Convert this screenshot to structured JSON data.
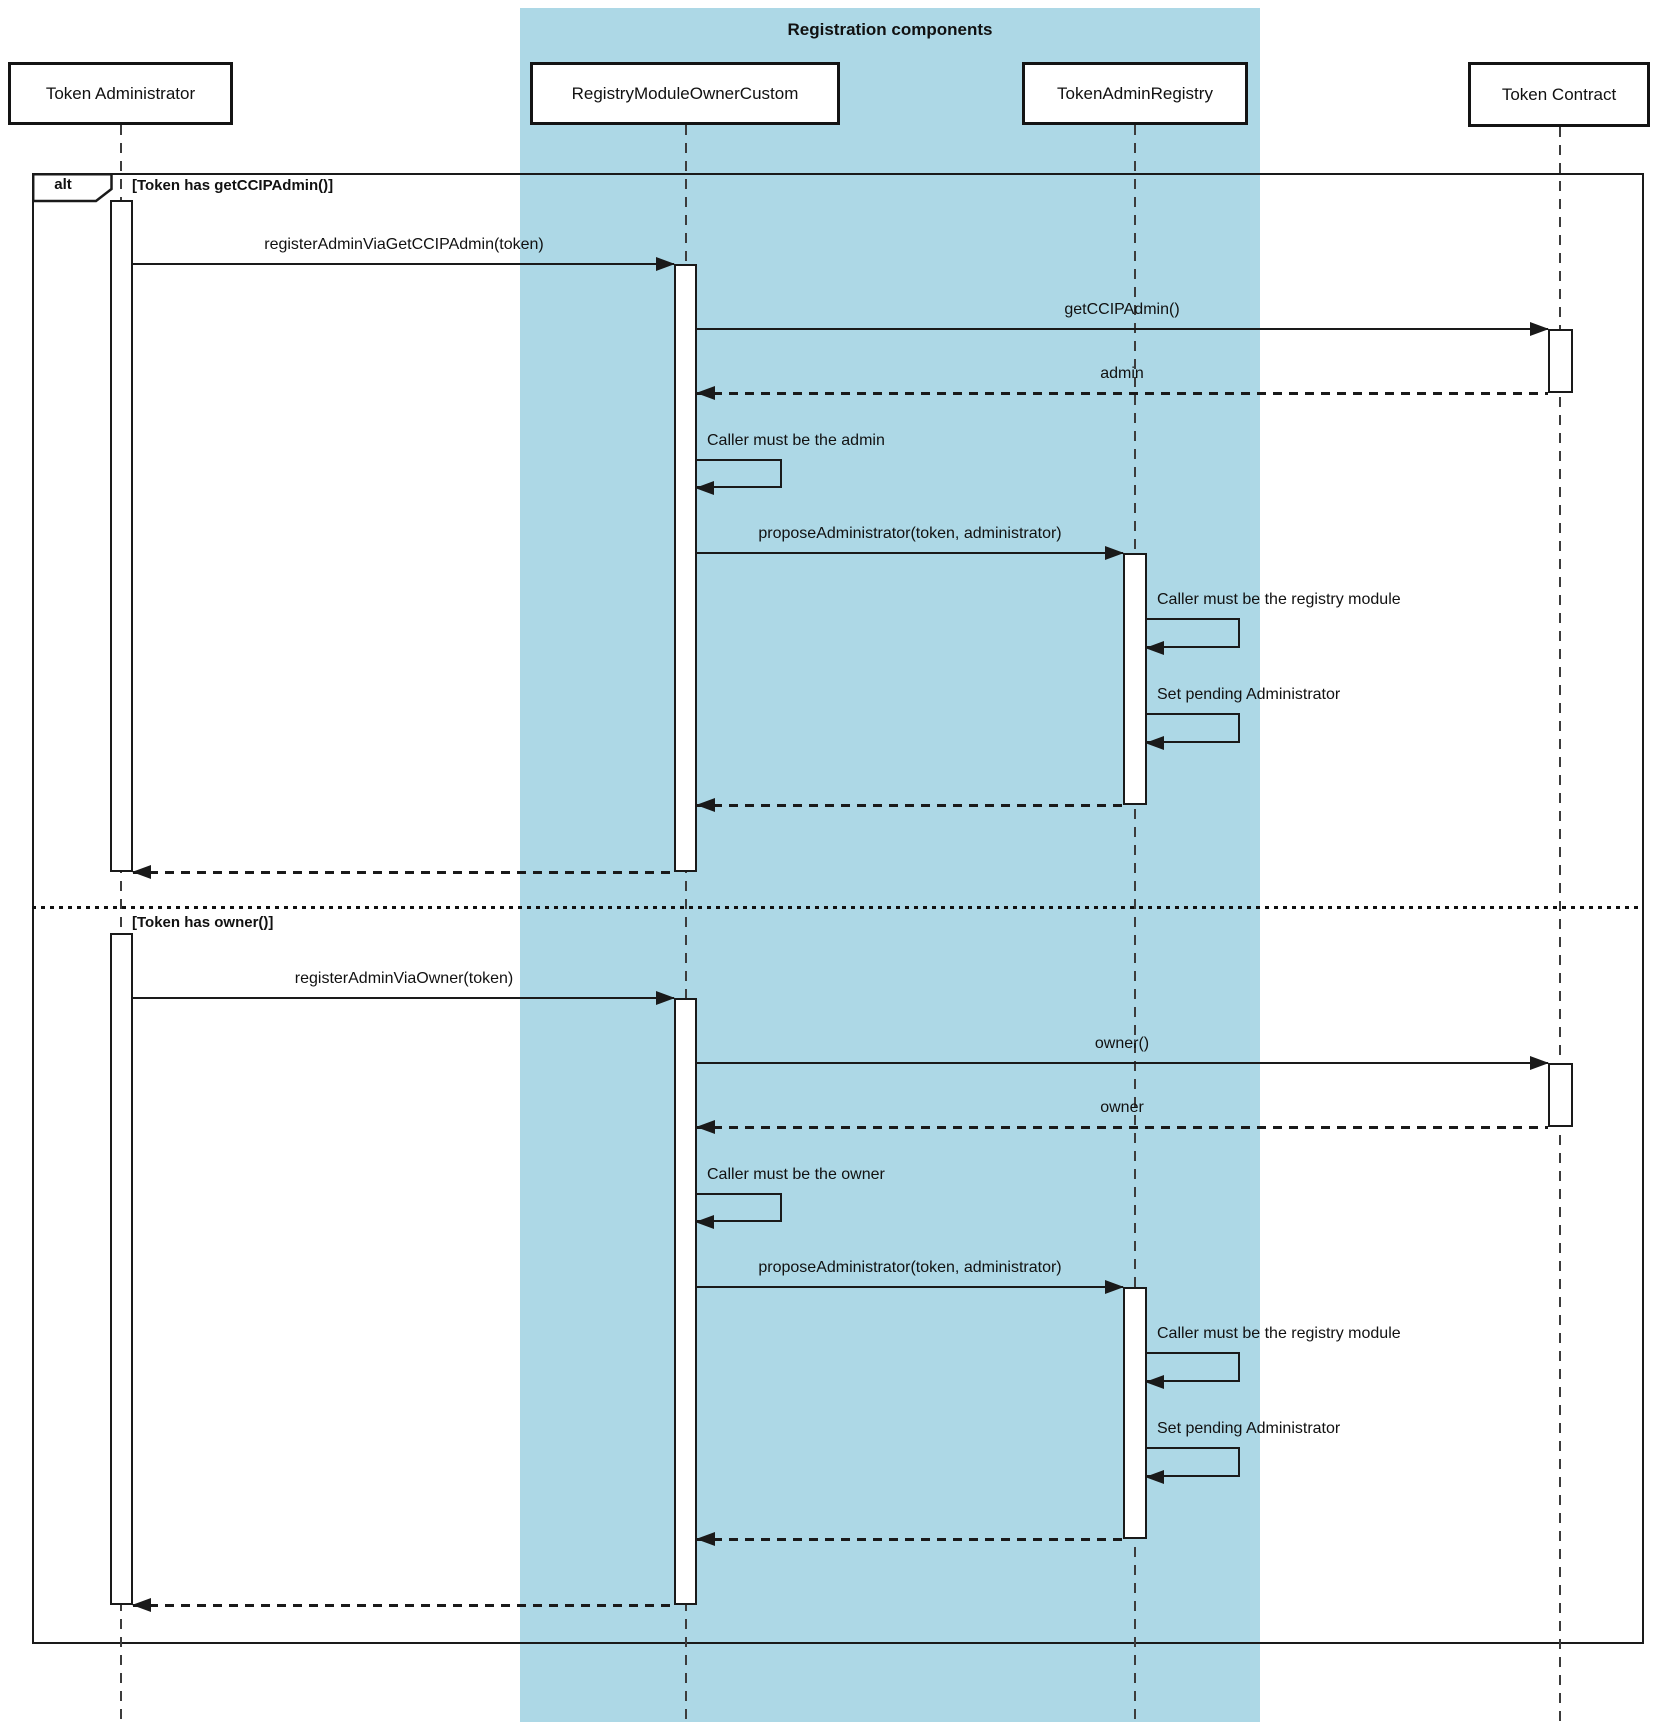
{
  "colors": {
    "region_fill": "#ADD8E6",
    "line": "#1a1a1a",
    "background": "#ffffff"
  },
  "region_title": "Registration components",
  "participants": [
    {
      "label": "Token Administrator"
    },
    {
      "label": "RegistryModuleOwnerCustom"
    },
    {
      "label": "TokenAdminRegistry"
    },
    {
      "label": "Token Contract"
    }
  ],
  "fragment": {
    "operator": "alt",
    "guards": [
      "[Token has getCCIPAdmin()]",
      "[Token has owner()]"
    ]
  },
  "messages": {
    "register_ccip_admin": "registerAdminViaGetCCIPAdmin(token)",
    "get_ccip_admin": "getCCIPAdmin()",
    "admin_return": "admin",
    "caller_admin": "Caller must be the admin",
    "propose_admin_1": "proposeAdministrator(token, administrator)",
    "caller_registry_1": "Caller must be the registry module",
    "set_pending_1": "Set pending Administrator",
    "register_owner": "registerAdminViaOwner(token)",
    "owner_call": "owner()",
    "owner_return": "owner",
    "caller_owner": "Caller must be the owner",
    "propose_admin_2": "proposeAdministrator(token, administrator)",
    "caller_registry_2": "Caller must be the registry module",
    "set_pending_2": "Set pending Administrator"
  }
}
